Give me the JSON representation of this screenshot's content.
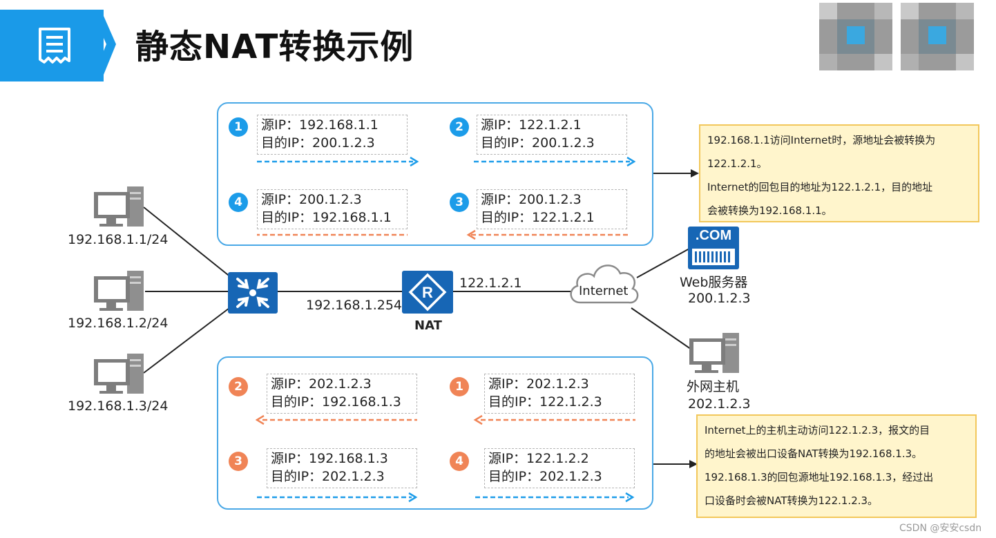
{
  "header": {
    "title": "静态NAT转换示例",
    "icon": "document-icon"
  },
  "colors": {
    "accent": "#1a9ae8",
    "panel_border": "#49a8e6",
    "arrow_out": "#1c9ce9",
    "arrow_back": "#f08456",
    "note_bg": "#fff5cc",
    "note_border": "#f2c75a"
  },
  "hosts": [
    {
      "label": "192.168.1.1/24"
    },
    {
      "label": "192.168.1.2/24"
    },
    {
      "label": "192.168.1.3/24"
    }
  ],
  "network": {
    "switch_icon": "switch-icon",
    "router_label": "NAT",
    "router_icon": "router-icon",
    "inside_ip": "192.168.1.254",
    "outside_ip": "122.1.2.1",
    "cloud_label": "Internet",
    "server_badge": ".COM",
    "server_name": "Web服务器",
    "server_ip": "200.1.2.3",
    "external_host_name": "外网主机",
    "external_host_ip": "202.1.2.3"
  },
  "top_panel": {
    "steps": [
      {
        "num": "1",
        "src": "源IP：192.168.1.1",
        "dst": "目的IP：200.1.2.3"
      },
      {
        "num": "2",
        "src": "源IP：122.1.2.1",
        "dst": "目的IP：200.1.2.3"
      },
      {
        "num": "3",
        "src": "源IP：200.1.2.3",
        "dst": "目的IP：122.1.2.1"
      },
      {
        "num": "4",
        "src": "源IP：200.1.2.3",
        "dst": "目的IP：192.168.1.1"
      }
    ]
  },
  "bottom_panel": {
    "steps": [
      {
        "num": "1",
        "src": "源IP：202.1.2.3",
        "dst": "目的IP：122.1.2.3"
      },
      {
        "num": "2",
        "src": "源IP：202.1.2.3",
        "dst": "目的IP：192.168.1.3"
      },
      {
        "num": "3",
        "src": "源IP：192.168.1.3",
        "dst": "目的IP：202.1.2.3"
      },
      {
        "num": "4",
        "src": "源IP：122.1.2.2",
        "dst": "目的IP：202.1.2.3"
      }
    ]
  },
  "notes": {
    "top": {
      "line1": "192.168.1.1访问Internet时，源地址会被转换为",
      "line2": "122.1.2.1。",
      "line3": "Internet的回包目的地址为122.1.2.1，目的地址",
      "line4": "会被转换为192.168.1.1。"
    },
    "bottom": {
      "line1": "Internet上的主机主动访问122.1.2.3，报文的目",
      "line2": "的地址会被出口设备NAT转换为192.168.1.3。",
      "line3": "192.168.1.3的回包源地址192.168.1.3，经过出",
      "line4": "口设备时会被NAT转换为122.1.2.3。"
    }
  },
  "watermark": "CSDN @安安csdn"
}
